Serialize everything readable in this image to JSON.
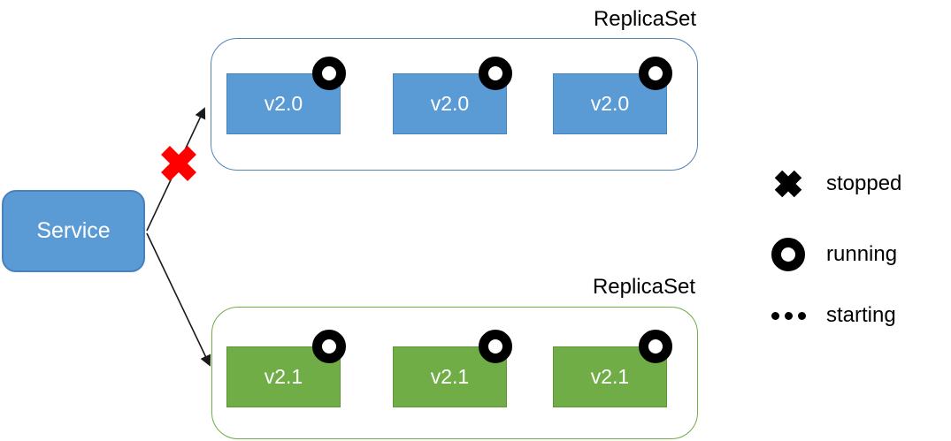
{
  "service": {
    "label": "Service"
  },
  "replicasets": [
    {
      "label": "ReplicaSet",
      "version": "v2.0",
      "theme_color": "#5B9BD5",
      "connection_from_service": "stopped",
      "pods": [
        {
          "label": "v2.0",
          "state": "running"
        },
        {
          "label": "v2.0",
          "state": "running"
        },
        {
          "label": "v2.0",
          "state": "running"
        }
      ]
    },
    {
      "label": "ReplicaSet",
      "version": "v2.1",
      "theme_color": "#70AD47",
      "connection_from_service": "active",
      "pods": [
        {
          "label": "v2.1",
          "state": "running"
        },
        {
          "label": "v2.1",
          "state": "running"
        },
        {
          "label": "v2.1",
          "state": "running"
        }
      ]
    }
  ],
  "legend": [
    {
      "icon": "cross-icon",
      "label": "stopped"
    },
    {
      "icon": "ring-icon",
      "label": "running"
    },
    {
      "icon": "dots-icon",
      "label": "starting"
    }
  ],
  "colors": {
    "pod_blue": "#5B9BD5",
    "pod_green": "#70AD47",
    "stopped_red": "#FF0000",
    "status_black": "#000000"
  }
}
